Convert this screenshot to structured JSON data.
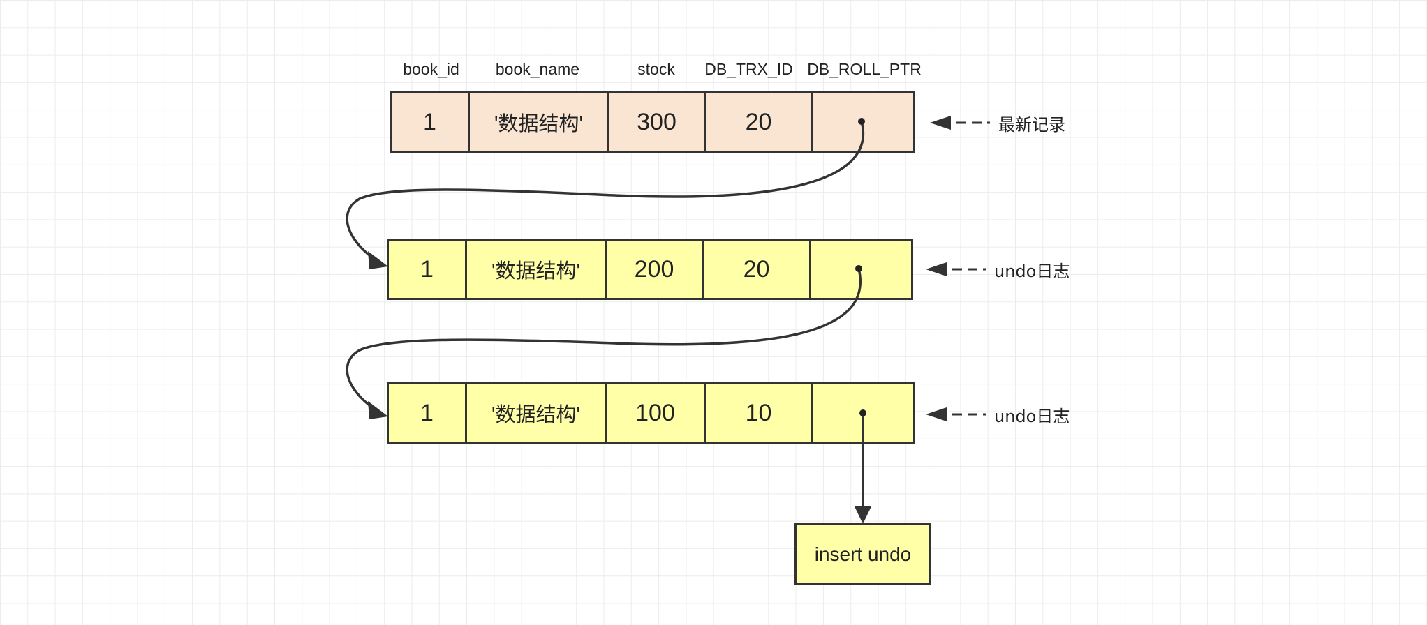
{
  "headers": [
    "book_id",
    "book_name",
    "stock",
    "DB_TRX_ID",
    "DB_ROLL_PTR"
  ],
  "records": [
    {
      "book_id": "1",
      "book_name": "'数据结构'",
      "stock": "300",
      "db_trx_id": "20",
      "label": "最新记录",
      "fill": "#fae5d3"
    },
    {
      "book_id": "1",
      "book_name": "'数据结构'",
      "stock": "200",
      "db_trx_id": "20",
      "label": "undo日志",
      "fill": "#ffffa8"
    },
    {
      "book_id": "1",
      "book_name": "'数据结构'",
      "stock": "100",
      "db_trx_id": "10",
      "label": "undo日志",
      "fill": "#ffffa8"
    }
  ],
  "insert_undo": {
    "label": "insert undo"
  }
}
